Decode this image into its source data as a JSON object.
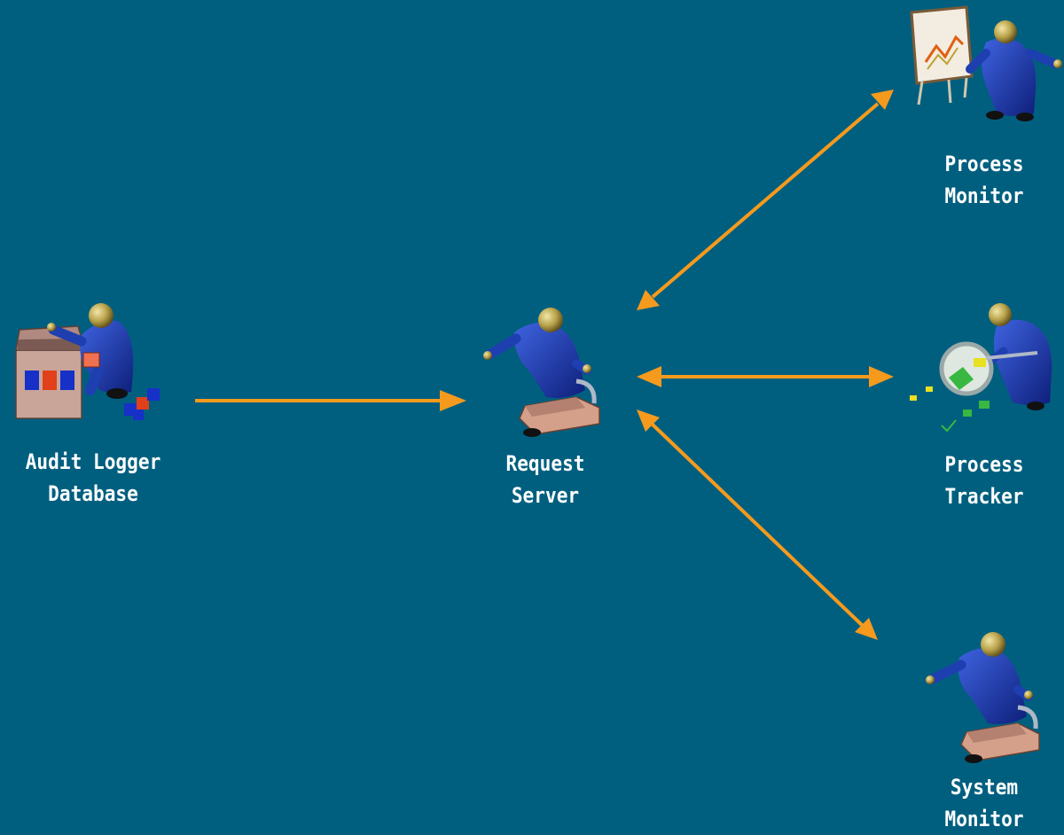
{
  "colors": {
    "background": "#005f7f",
    "arrow": "#f59a1d",
    "label": "#ffffff",
    "suit": "#1e3fb0",
    "head": "#b8a24a"
  },
  "nodes": {
    "audit_logger": {
      "icon": "worker-with-box-icon",
      "label_line1": "Audit Logger",
      "label_line2": "Database"
    },
    "request_server": {
      "icon": "worker-with-magnifier-icon",
      "label_line1": "Request",
      "label_line2": "Server"
    },
    "process_monitor": {
      "icon": "worker-with-chart-icon",
      "label_line1": "Process",
      "label_line2": "Monitor"
    },
    "process_tracker": {
      "icon": "worker-with-magnifier-tracking-icon",
      "label_line1": "Process",
      "label_line2": "Tracker"
    },
    "system_monitor": {
      "icon": "worker-with-magnifier-icon",
      "label_line1": "System",
      "label_line2": "Monitor"
    }
  },
  "edges": [
    {
      "from": "Audit Logger Database",
      "to": "Request Server",
      "direction": "one-way"
    },
    {
      "from": "Request Server",
      "to": "Process Monitor",
      "direction": "two-way"
    },
    {
      "from": "Request Server",
      "to": "Process Tracker",
      "direction": "two-way"
    },
    {
      "from": "Request Server",
      "to": "System Monitor",
      "direction": "two-way"
    }
  ]
}
